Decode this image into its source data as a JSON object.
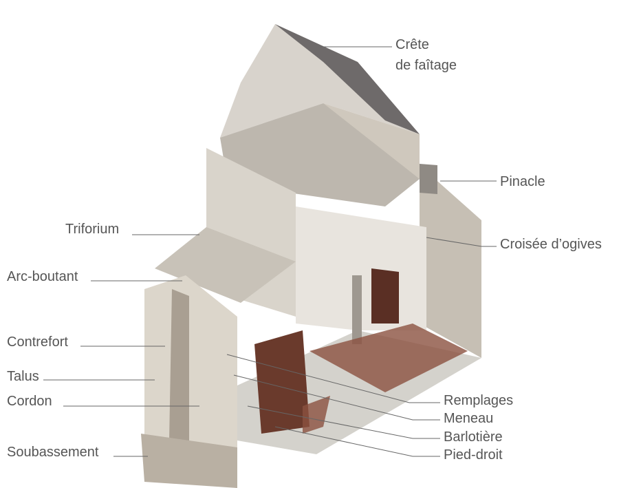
{
  "labels": {
    "crete": [
      "Crête",
      "de faîtage"
    ],
    "pinacle": "Pinacle",
    "croisee": "Croisée d’ogives",
    "triforium": "Triforium",
    "arc_boutant": "Arc-boutant",
    "contrefort": "Contrefort",
    "talus": "Talus",
    "cordon": "Cordon",
    "soubassement": "Soubassement",
    "remplages": "Remplages",
    "meneau": "Meneau",
    "barlotiere": "Barlotière",
    "pied_droit": "Pied-droit"
  },
  "colors": {
    "text": "#555555",
    "leader": "#666666"
  }
}
